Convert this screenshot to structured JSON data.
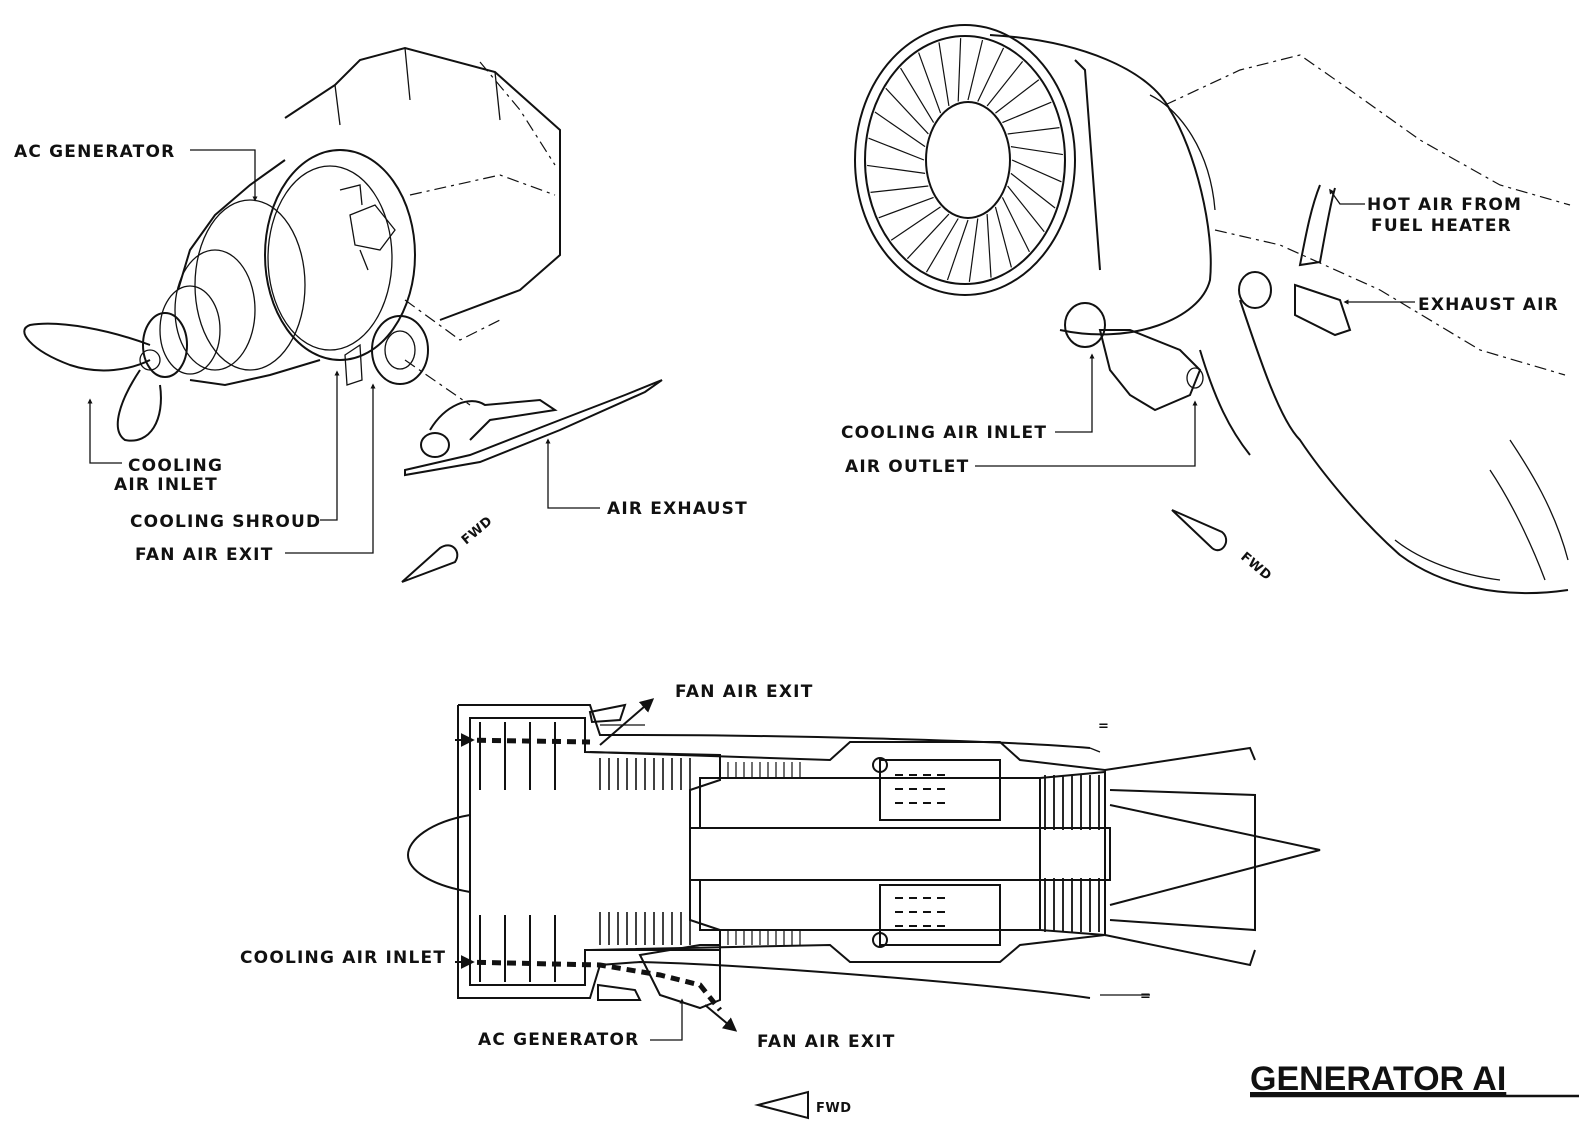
{
  "colors": {
    "ink": "#111111",
    "paper": "#ffffff",
    "stipple": "#cfcfcf"
  },
  "top_left": {
    "ac_generator": "AC GENERATOR",
    "cooling_air_inlet_line1": "COOLING",
    "cooling_air_inlet_line2": "AIR INLET",
    "cooling_shroud": "COOLING SHROUD",
    "fan_air_exit": "FAN AIR EXIT",
    "air_exhaust": "AIR EXHAUST",
    "fwd": "FWD"
  },
  "top_right": {
    "hot_air_line1": "HOT AIR FROM",
    "hot_air_line2": "FUEL HEATER",
    "exhaust_air": "EXHAUST  AIR",
    "cooling_air_inlet": "COOLING AIR INLET",
    "air_outlet": "AIR OUTLET",
    "fwd": "FWD"
  },
  "bottom": {
    "fan_air_exit_top": "FAN AIR EXIT",
    "cooling_air_inlet": "COOLING AIR INLET",
    "ac_generator": "AC GENERATOR",
    "fan_air_exit_bottom": "FAN AIR EXIT",
    "fwd": "FWD"
  },
  "title": "GENERATOR AI"
}
